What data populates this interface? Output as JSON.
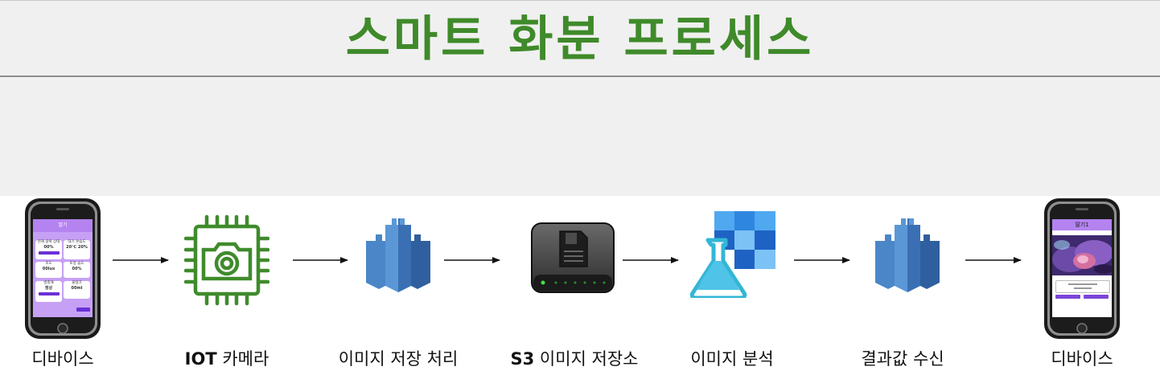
{
  "title": "스마트 화분 프로세스",
  "nodes": [
    {
      "id": "device-left",
      "label": "디바이스",
      "icon": "smartphone-icon"
    },
    {
      "id": "iot-camera",
      "label_bold": "IOT",
      "label_rest": " 카메라",
      "icon": "iot-camera-chip-icon"
    },
    {
      "id": "image-processing",
      "label": "이미지 저장 처리",
      "icon": "aws-castle-icon"
    },
    {
      "id": "s3-storage",
      "label_bold": "S3",
      "label_rest": " 이미지 저장소",
      "icon": "storage-drive-icon"
    },
    {
      "id": "image-analysis",
      "label": "이미지 분석",
      "icon": "ml-flask-icon"
    },
    {
      "id": "result-receive",
      "label": "결과값 수신",
      "icon": "aws-castle-icon"
    },
    {
      "id": "device-right",
      "label": "디바이스",
      "icon": "smartphone-icon"
    }
  ],
  "phone_left": {
    "header": "딸기",
    "cards": [
      {
        "label": "현재 광복 상태",
        "value": "00%"
      },
      {
        "label": "대기 온습도",
        "value": "20℃ 20%"
      },
      {
        "label": "조도",
        "value": "00lux"
      },
      {
        "label": "토양 습도",
        "value": "00%"
      },
      {
        "label": "병충해",
        "value": "정상"
      },
      {
        "label": "물탱크",
        "value": "00ml"
      }
    ]
  },
  "phone_right": {
    "header": "딸기1"
  },
  "colors": {
    "title_green": "#3f8a2a",
    "aws_blue": "#4a86c8",
    "iot_green": "#3f8b2c",
    "phone_purple": "#b483f0"
  }
}
